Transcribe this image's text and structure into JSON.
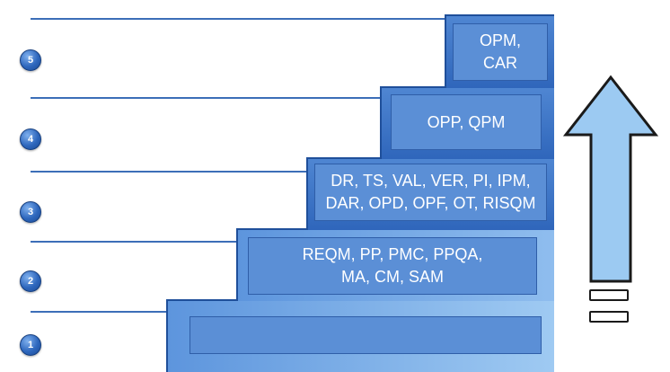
{
  "colors": {
    "step_dark": "#2f66bb",
    "step_light": "#9fcaf2",
    "inner_box": "#5b8fd6",
    "bracket_line": "#3c6eb8",
    "arrow_fill": "#9ccaf2",
    "arrow_stroke": "#1a1a1a",
    "text": "#ffffff"
  },
  "levels": [
    {
      "number": "1",
      "processes": ""
    },
    {
      "number": "2",
      "processes": "REQM, PP, PMC, PPQA,\nMA, CM, SAM"
    },
    {
      "number": "3",
      "processes": "DR, TS, VAL, VER, PI, IPM,\nDAR, OPD, OPF, OT, RISQM"
    },
    {
      "number": "4",
      "processes": "OPP, QPM"
    },
    {
      "number": "5",
      "processes": "OPM,\nCAR"
    }
  ],
  "arrow": {
    "icon": "up-arrow-icon",
    "direction": "up"
  }
}
